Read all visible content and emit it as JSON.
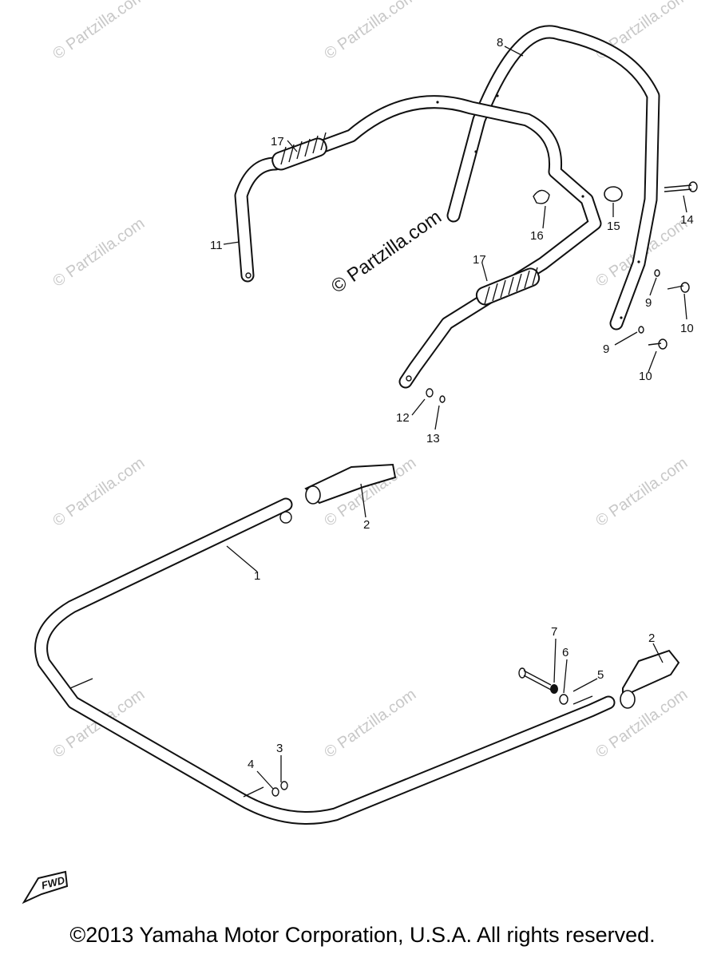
{
  "watermarks": {
    "small": "© Partzilla.com",
    "center": "© Partzilla.com"
  },
  "labels": {
    "p1": "1",
    "p2a": "2",
    "p2b": "2",
    "p3": "3",
    "p4": "4",
    "p5": "5",
    "p6": "6",
    "p7": "7",
    "p8": "8",
    "p9a": "9",
    "p9b": "9",
    "p10a": "10",
    "p10b": "10",
    "p11": "11",
    "p12": "12",
    "p13": "13",
    "p14": "14",
    "p15": "15",
    "p16": "16",
    "p17a": "17",
    "p17b": "17"
  },
  "fwd_label": "FWD",
  "footer": {
    "copyright": "©2013  Yamaha Motor Corporation, U.S.A. All rights reserved."
  }
}
